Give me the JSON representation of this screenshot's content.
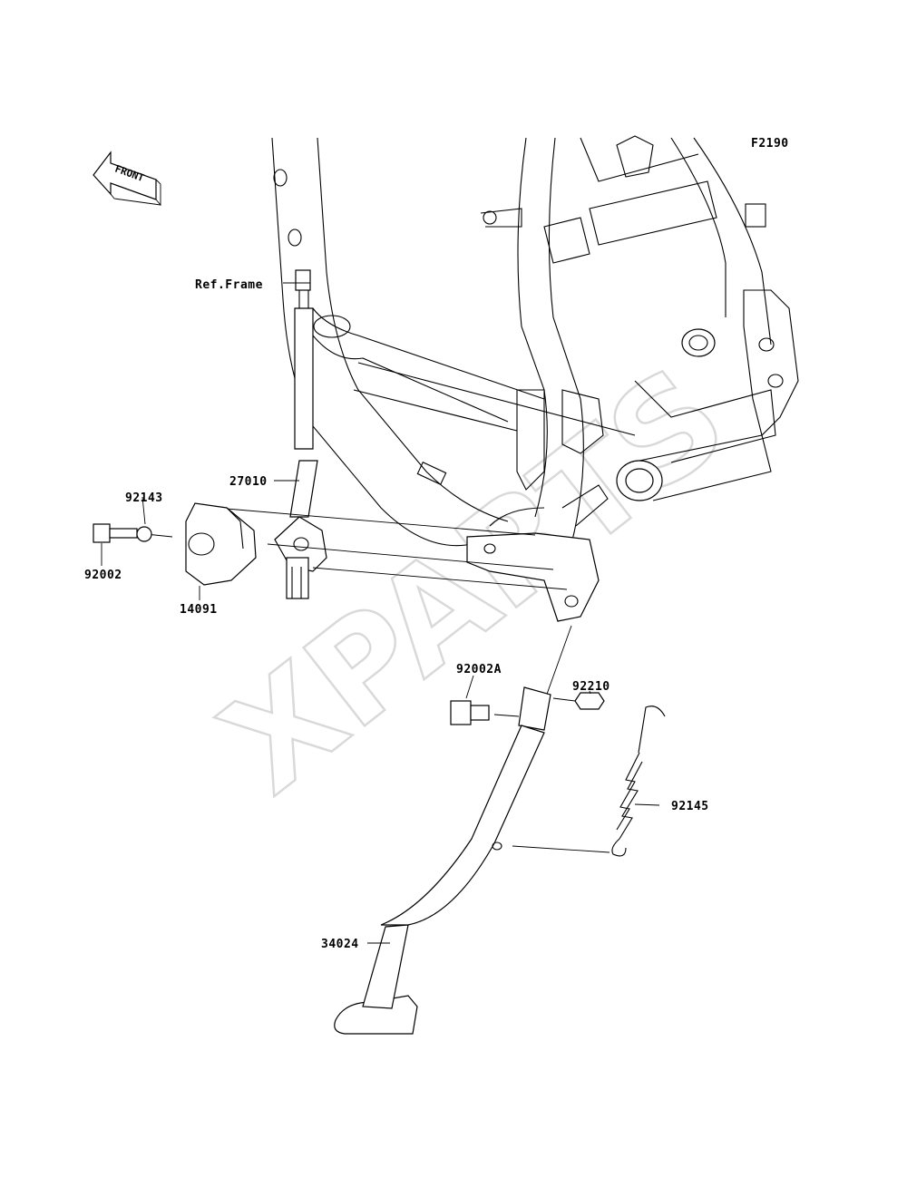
{
  "figure_code": "F2190",
  "front_indicator": "FRONT",
  "watermark": "XPARTS",
  "labels": {
    "ref_frame": "Ref.Frame",
    "p27010": "27010",
    "p92143": "92143",
    "p92002": "92002",
    "p14091": "14091",
    "p92002A": "92002A",
    "p92210": "92210",
    "p92145": "92145",
    "p34024": "34024"
  }
}
